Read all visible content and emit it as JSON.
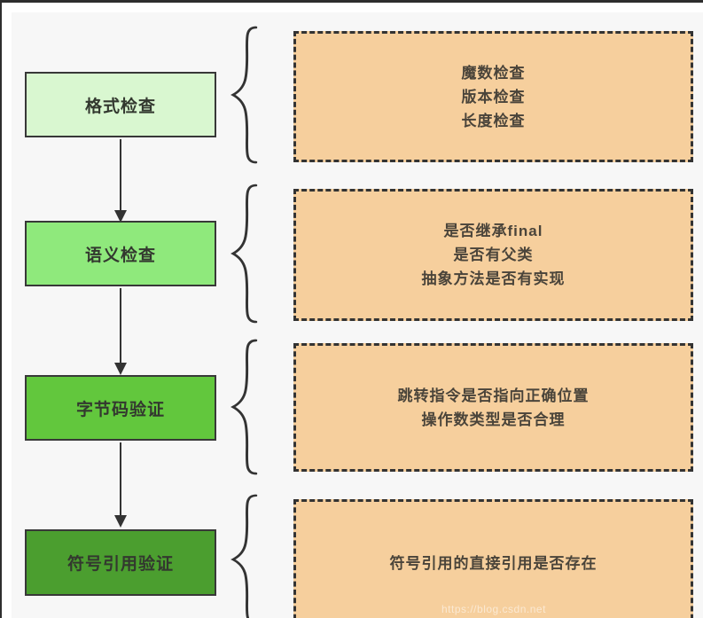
{
  "page": {
    "background": "#ffffff",
    "panel_background": "#f7f7f7",
    "frame_color": "#2e2e2e",
    "line_color": "#333333"
  },
  "detail_style": {
    "fill": "#f6cf9d",
    "border": "#333333"
  },
  "stages": [
    {
      "label": "格式检查",
      "fill": "#d9f7d0",
      "details": [
        "魔数检查",
        "版本检查",
        "长度检查"
      ]
    },
    {
      "label": "语义检查",
      "fill": "#8fe97c",
      "details": [
        "是否继承final",
        "是否有父类",
        "抽象方法是否有实现"
      ]
    },
    {
      "label": "字节码验证",
      "fill": "#62c73d",
      "details": [
        "跳转指令是否指向正确位置",
        "操作数类型是否合理"
      ]
    },
    {
      "label": "符号引用验证",
      "fill": "#4b9e2f",
      "details": [
        "符号引用的直接引用是否存在"
      ]
    }
  ],
  "watermark": "https://blog.csdn.net"
}
